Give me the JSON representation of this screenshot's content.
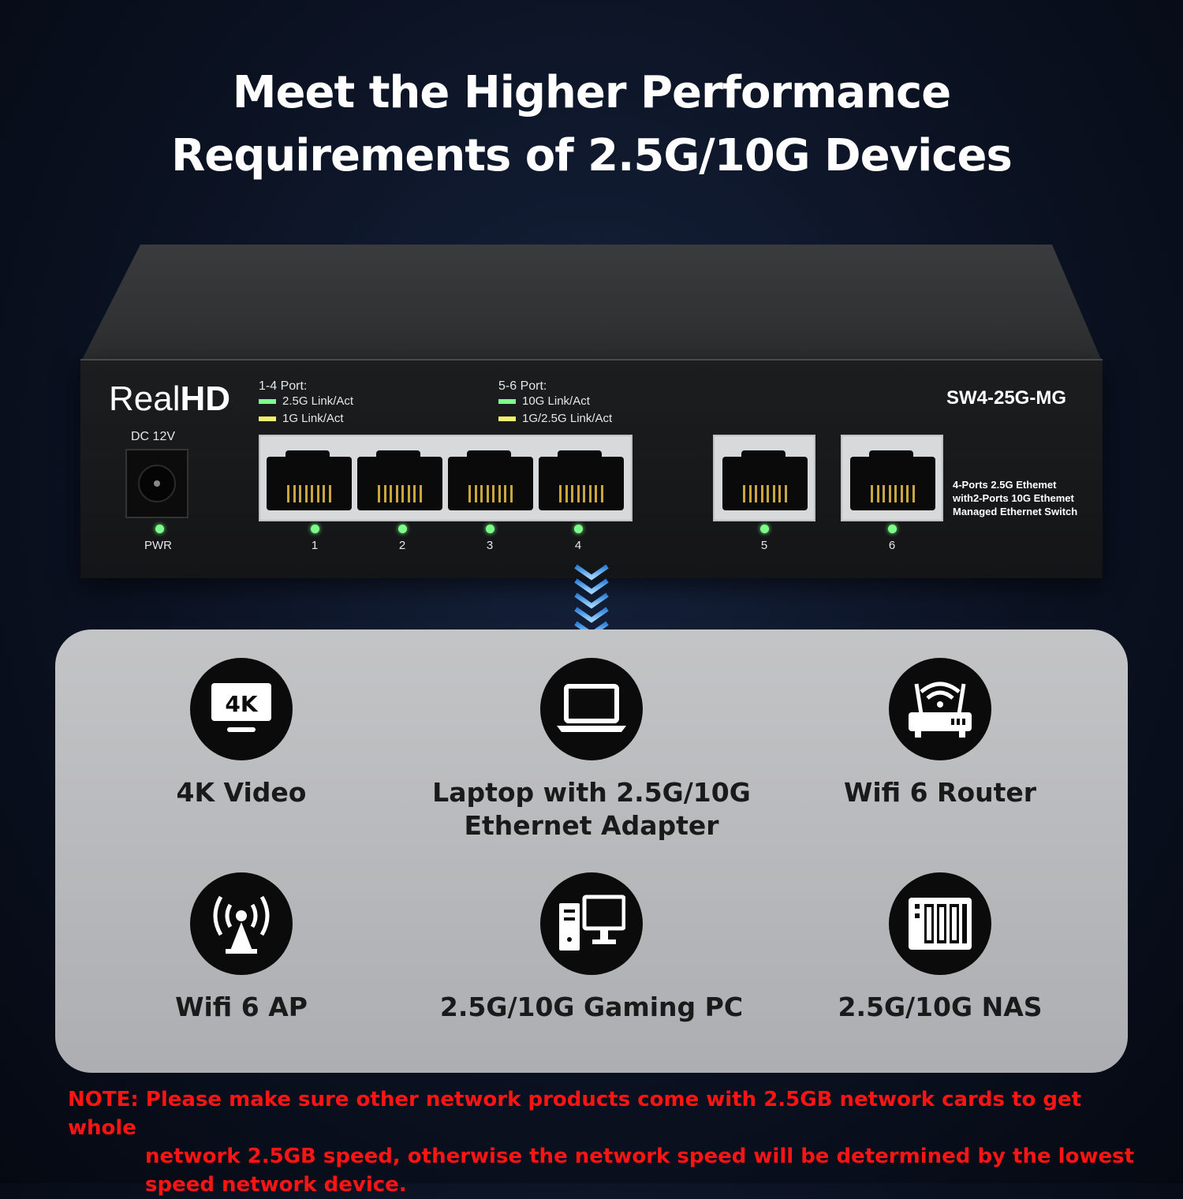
{
  "headline": {
    "line1": "Meet the Higher Performance",
    "line2": "Requirements of 2.5G/10G Devices"
  },
  "switch": {
    "brand_regular": "Real",
    "brand_bold": "HD",
    "dc_label": "DC 12V",
    "pwr_label": "PWR",
    "model": "SW4-25G-MG",
    "legend_left": {
      "title": "1-4 Port:",
      "row1": "2.5G Link/Act",
      "row2": "1G Link/Act"
    },
    "legend_right": {
      "title": "5-6 Port:",
      "row1": "10G Link/Act",
      "row2": "1G/2.5G Link/Act"
    },
    "description": {
      "line1": "4-Ports 2.5G Ethemet",
      "line2": "with2-Ports 10G Ethemet",
      "line3": "Managed Ethernet Switch"
    },
    "ports": [
      "1",
      "2",
      "3",
      "4",
      "5",
      "6"
    ],
    "colors": {
      "led_green": "#7dff8a",
      "led_yellow": "#f3f06a"
    }
  },
  "devices": [
    {
      "icon": "4k-tv-icon",
      "icon_text": "4K",
      "label_line1": "4K Video",
      "label_line2": ""
    },
    {
      "icon": "laptop-icon",
      "label_line1": "Laptop with 2.5G/10G",
      "label_line2": "Ethernet Adapter"
    },
    {
      "icon": "router-icon",
      "label_line1": "Wifi 6 Router",
      "label_line2": ""
    },
    {
      "icon": "access-point-icon",
      "label_line1": "Wifi 6 AP",
      "label_line2": ""
    },
    {
      "icon": "desktop-pc-icon",
      "label_line1": "2.5G/10G Gaming PC",
      "label_line2": ""
    },
    {
      "icon": "nas-icon",
      "label_line1": "2.5G/10G NAS",
      "label_line2": ""
    }
  ],
  "note": {
    "line1": "NOTE: Please make sure other network products come with 2.5GB network cards to get whole",
    "line2": "network 2.5GB speed, otherwise the network speed will be determined by the lowest",
    "line3": "speed network device."
  },
  "colors": {
    "note_red": "#ff1414",
    "panel_gray": "#b9babd"
  }
}
